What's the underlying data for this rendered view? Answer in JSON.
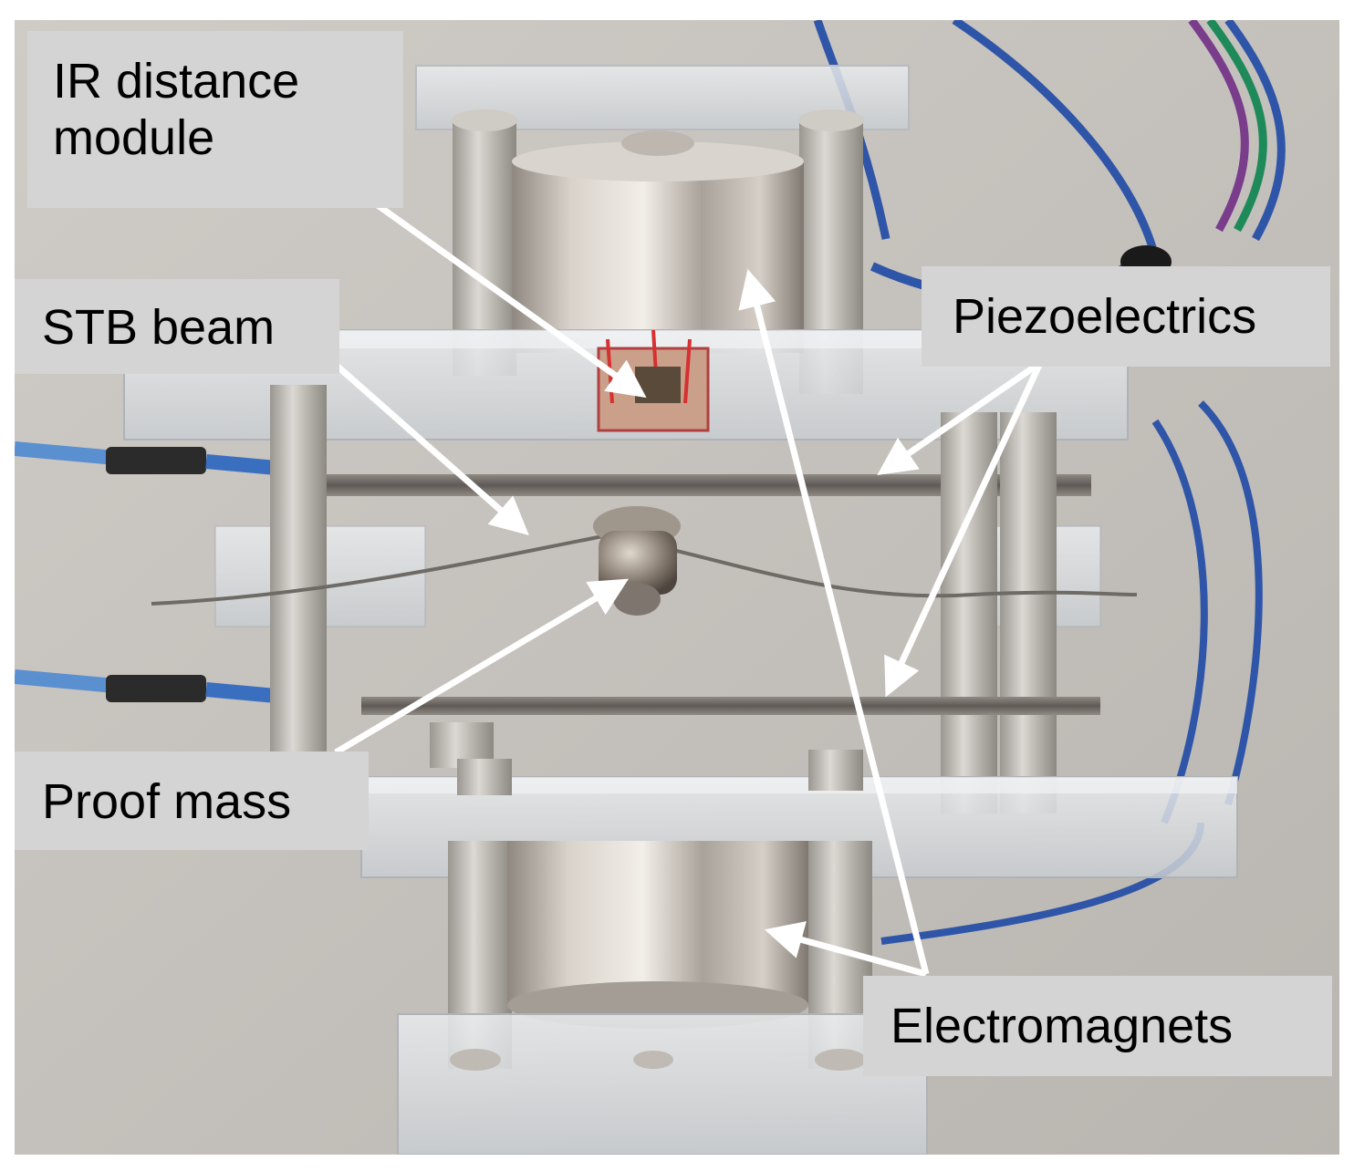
{
  "labels": {
    "ir_module": "IR distance\nmodule",
    "stb_beam": "STB beam",
    "piezoelectrics": "Piezoelectrics",
    "proof_mass": "Proof mass",
    "electromagnets": "Electromagnets"
  },
  "colors": {
    "background": "#c8c4bf",
    "label_box": "#d4d4d4",
    "arrow": "#ffffff",
    "magnet_steel": "#b8b2ab",
    "acrylic": "#e2e4e6",
    "wire_blue": "#2e55a8",
    "wire_green": "#1e8a5a",
    "wire_purple": "#7a3d8c"
  }
}
